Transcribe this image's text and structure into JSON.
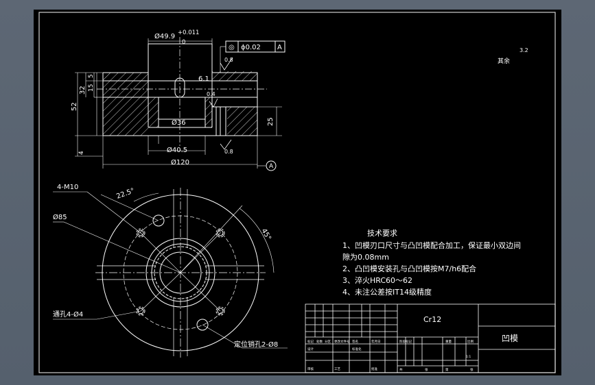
{
  "dims": {
    "bore_dia": "Ø49.9",
    "bore_tol_upper": "+0.011",
    "bore_tol_lower": "0",
    "gdt_symbol": "◎",
    "gdt_value": "ϕ0.02",
    "gdt_datum": "A",
    "rough_top": "0.8",
    "rough_side": "0.4",
    "rough_bottom": "0.8",
    "rough_general_value": "3.2",
    "rough_general_label": "其余",
    "d_5": "5",
    "d_15": "15",
    "d_32": "32",
    "d_52": "52",
    "d_4": "4",
    "d_6_1": "6.1",
    "d_25": "25",
    "d_36": "Ø36",
    "d_40_5": "Ø40.5",
    "d_120": "Ø120",
    "datum_a": "A",
    "thread_holes": "4-M10",
    "angle_22_5": "22.5°",
    "pcd_85": "Ø85",
    "angle_45": "45°",
    "through_holes": "通孔4-Ø4",
    "dowel_holes": "定位销孔2-Ø8"
  },
  "notes": {
    "title": "技术要求",
    "lines": [
      "1、凹模刃口尺寸与凸凹模配合加工，保证最小双边间",
      "隙为0.08mm",
      "2、凸凹模安装孔与凸凹模按M7/h6配合",
      "3、淬火HRC60～62",
      "4、未注公差按IT14级精度"
    ]
  },
  "title_block": {
    "material": "Cr12",
    "part_name": "凹模",
    "small_labels": [
      "标记",
      "处数",
      "分区",
      "更改文件号",
      "签名",
      "年月日",
      "设计",
      "标准化",
      "阶段标记",
      "重量",
      "比例",
      "审核",
      "工艺",
      "批准",
      "共",
      "张",
      "第",
      "张",
      "1:1"
    ]
  },
  "colors": {
    "background": "#000000",
    "line": "#ffffff",
    "frame": "#c8c8c8"
  }
}
